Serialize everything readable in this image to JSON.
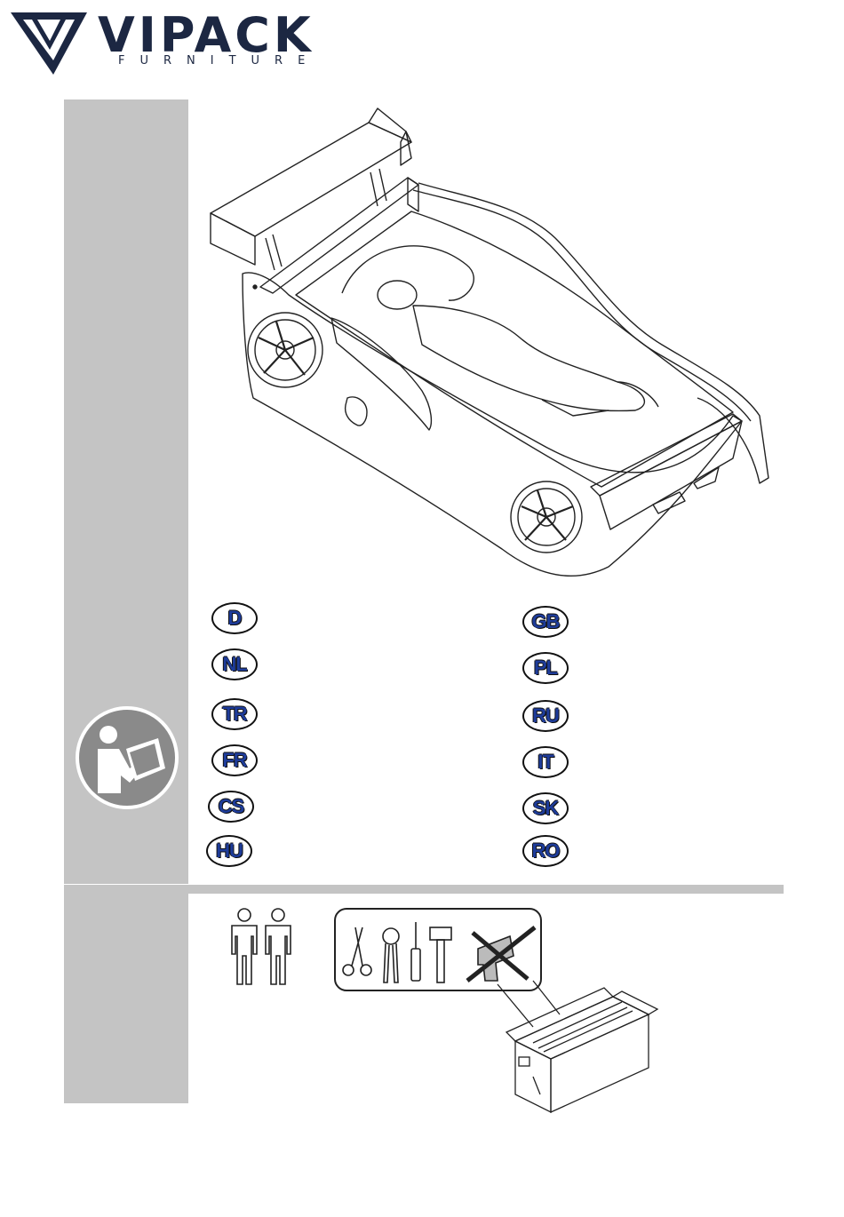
{
  "brand": {
    "name": "VIPACK",
    "tagline": "FURNITURE",
    "color": "#1c2742"
  },
  "languages": {
    "left": [
      "D",
      "NL",
      "TR",
      "FR",
      "CS",
      "HU"
    ],
    "right": [
      "GB",
      "PL",
      "RU",
      "IT",
      "SK",
      "RO"
    ]
  },
  "colors": {
    "panel": "#c4c4c4",
    "lang_text": "#1e3c9a",
    "line_art": "#222222"
  },
  "icons": {
    "reader": "read-instructions-icon",
    "persons": "two-persons-icon",
    "tools": [
      "scissors-icon",
      "pliers-icon",
      "screwdriver-icon",
      "hammer-icon",
      "no-drill-icon"
    ],
    "toolbox": "toolbox-icon"
  }
}
